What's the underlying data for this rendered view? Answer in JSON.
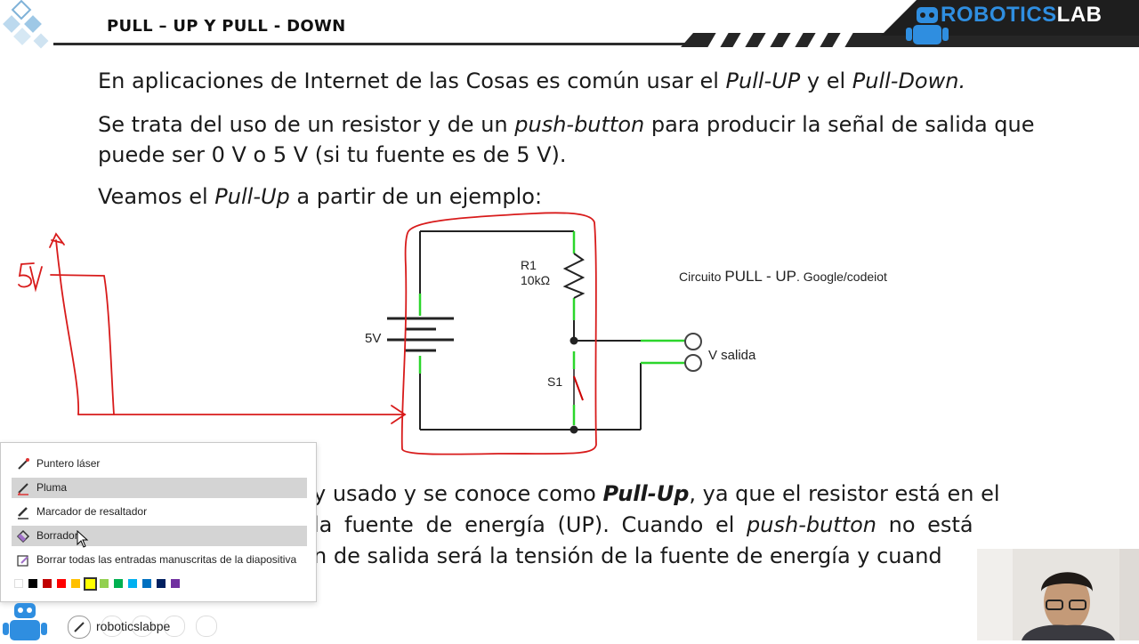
{
  "header": {
    "title": "PULL – UP Y PULL - DOWN",
    "brand_blue": "ROBOTICS",
    "brand_white": "LAB"
  },
  "paragraphs": {
    "p1": {
      "a": "En aplicaciones de Internet de las Cosas es común usar el ",
      "b": "Pull-UP",
      "c": " y el ",
      "d": "Pull-Down."
    },
    "p2": {
      "a": "Se trata del uso de un resistor y de un ",
      "b": "push-button",
      "c": " para producir la señal de salida que puede ser 0 V o 5 V (si tu fuente es de 5 V)."
    },
    "p3": {
      "a": "Veamos el ",
      "b": "Pull-Up",
      "c": " a partir de un ejemplo:"
    }
  },
  "circuit": {
    "r1_name": "R1",
    "r1_value": "10kΩ",
    "source": "5V",
    "switch": "S1",
    "output": "V salida",
    "caption_small1": "Circuito ",
    "caption_big": "PULL - UP",
    "caption_small2": ". Google/codeiot",
    "hand_label": "5v"
  },
  "bottom_text": {
    "l1a": "y usado y se conoce como ",
    "l1b": "Pull-Up",
    "l1c": ", ya que el resistor está en el",
    "l2a": "la fuente de energía (UP). Cuando el ",
    "l2b": "push-button",
    "l2c": " no está",
    "l3": "n de salida será la tensión de la fuente de energía y cuand"
  },
  "menu": {
    "items": [
      {
        "label": "Puntero láser",
        "icon": "laser-pointer-icon"
      },
      {
        "label": "Pluma",
        "icon": "pen-icon"
      },
      {
        "label": "Marcador de resaltador",
        "icon": "highlighter-icon"
      },
      {
        "label": "Borrador",
        "icon": "eraser-icon"
      },
      {
        "label": "Borrar todas las entradas manuscritas de la diapositiva",
        "icon": "clear-ink-icon"
      }
    ],
    "colors": [
      "#ffffff",
      "#000000",
      "#c00000",
      "#ff0000",
      "#ffc000",
      "#ffff00",
      "#92d050",
      "#00b050",
      "#00b0f0",
      "#0070c0",
      "#002060",
      "#7030a0"
    ]
  },
  "footer": {
    "handle": "roboticslabpe"
  },
  "colors": {
    "ink_red": "#d81b1b",
    "wire_green": "#2bd62b",
    "brand_blue": "#2f8ee0"
  }
}
